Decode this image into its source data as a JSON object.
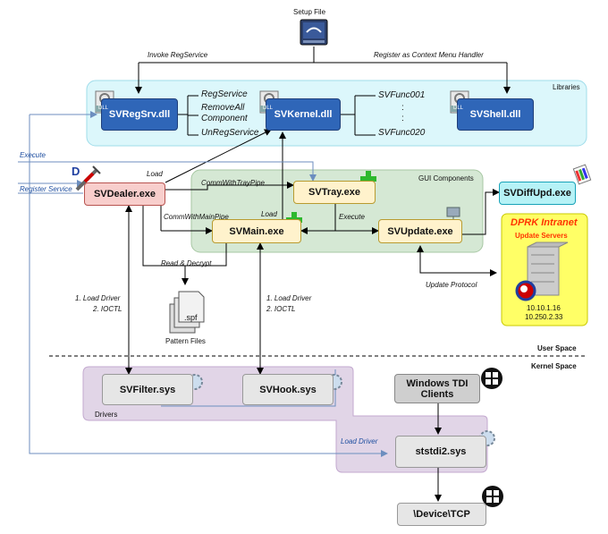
{
  "top": {
    "setup_file": "Setup File",
    "invoke_regservice": "Invoke RegService",
    "register_context": "Register as Context Menu Handler"
  },
  "libraries": {
    "group_label": "Libraries",
    "svregsrv": "SVRegSrv.dll",
    "svkernel": "SVKernel.dll",
    "svshell": "SVShell.dll",
    "dll_tag": "DLL",
    "exports": [
      "RegService",
      "RemoveAll",
      "Component",
      "UnRegService"
    ],
    "funcs": [
      "SVFunc001",
      "SVFunc020"
    ],
    "dots": ":"
  },
  "gui": {
    "group_label": "GUI Components",
    "svtray": "SVTray.exe",
    "svmain": "SVMain.exe",
    "svupdate": "SVUpdate.exe",
    "comm_tray": "CommWithTrayPipe",
    "comm_main": "CommWithMainPipe",
    "load": "Load",
    "execute": "Execute"
  },
  "left": {
    "execute": "Execute",
    "register_service": "Register Service",
    "svdealer": "SVDealer.exe",
    "load": "Load",
    "read_decrypt": "Read & Decrypt",
    "d_letter": "D"
  },
  "pattern": {
    "ext": ".spf",
    "label": "Pattern Files"
  },
  "drivers_notes": {
    "left_1": "1. Load Driver",
    "left_2": "2. IOCTL",
    "right_1": "1. Load Driver",
    "right_2": "2. IOCTL"
  },
  "diffupd": "SVDiffUpd.exe",
  "intranet": {
    "title": "DPRK Intranet",
    "subtitle": "Update Servers",
    "ip1": "10.10.1.16",
    "ip2": "10.250.2.33",
    "protocol": "Update Protocol"
  },
  "spaces": {
    "user": "User Space",
    "kernel": "Kernel Space"
  },
  "kernel": {
    "svfilter": "SVFilter.sys",
    "svhook": "SVHook.sys",
    "drivers_label": "Drivers",
    "tdi_clients_1": "Windows TDI",
    "tdi_clients_2": "Clients",
    "load_driver": "Load Driver",
    "ststdi2": "ststdi2.sys",
    "device_tcp": "\\Device\\TCP"
  },
  "colors": {
    "blue_box": "#2f66b8",
    "yellow_box": "#fff2cc",
    "red_box": "#f8cecc",
    "cyan_panel": "#dcf7fb",
    "green_panel": "#d5e8d4",
    "purple_panel": "#e1d5e7",
    "intranet_bg": "#ffff66",
    "intranet_title": "#ff3300",
    "link_blue": "#6c8ebf"
  }
}
